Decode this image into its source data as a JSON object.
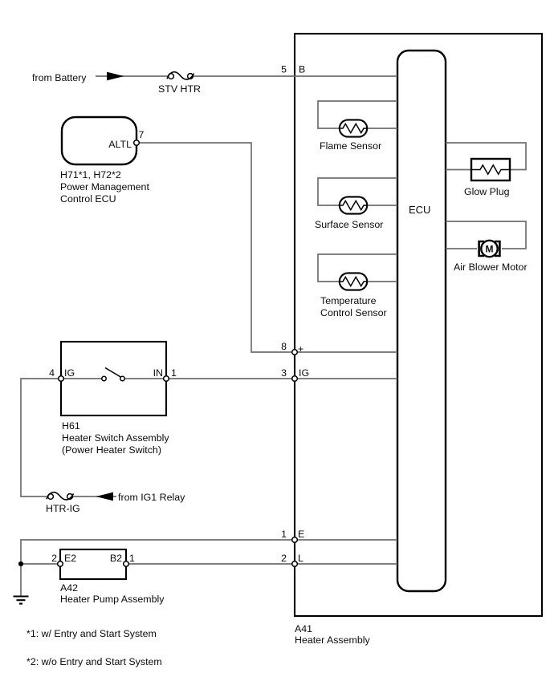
{
  "colors": {
    "wire": "#6e6e6e",
    "outline": "#000000",
    "background": "#ffffff"
  },
  "battery_feed": {
    "source_label": "from Battery",
    "fuse_label": "STV HTR",
    "pin_number": "5",
    "terminal": "B"
  },
  "power_management_ecu": {
    "terminal": "ALTL",
    "pin_number": "7",
    "code": "H71*1, H72*2",
    "name_line1": "Power Management",
    "name_line2": "Control ECU"
  },
  "heater_assembly": {
    "code": "A41",
    "name": "Heater Assembly",
    "ecu_label": "ECU",
    "flame_sensor": "Flame Sensor",
    "surface_sensor": "Surface Sensor",
    "temperature_sensor_line1": "Temperature",
    "temperature_sensor_line2": "Control Sensor",
    "glow_plug": "Glow Plug",
    "air_blower_motor": "Air Blower Motor",
    "motor_letter": "M",
    "plus_pin": {
      "pin_number": "8",
      "terminal": "+"
    },
    "ig_pin": {
      "pin_number": "3",
      "terminal": "IG"
    },
    "e_pin": {
      "pin_number": "1",
      "terminal": "E"
    },
    "l_pin": {
      "pin_number": "2",
      "terminal": "L"
    }
  },
  "heater_switch": {
    "code": "H61",
    "name": "Heater Switch Assembly",
    "sub_name": "(Power Heater Switch)",
    "left_pin": "4",
    "left_terminal": "IG",
    "right_terminal": "IN",
    "right_pin": "1"
  },
  "ig_feed": {
    "source_label": "from IG1 Relay",
    "fuse_label": "HTR-IG"
  },
  "heater_pump": {
    "code": "A42",
    "name": "Heater Pump Assembly",
    "left_pin": "2",
    "left_terminal": "E2",
    "right_terminal": "B2",
    "right_pin": "1"
  },
  "footnotes": [
    "*1: w/ Entry and Start System",
    "*2: w/o Entry and Start System"
  ]
}
